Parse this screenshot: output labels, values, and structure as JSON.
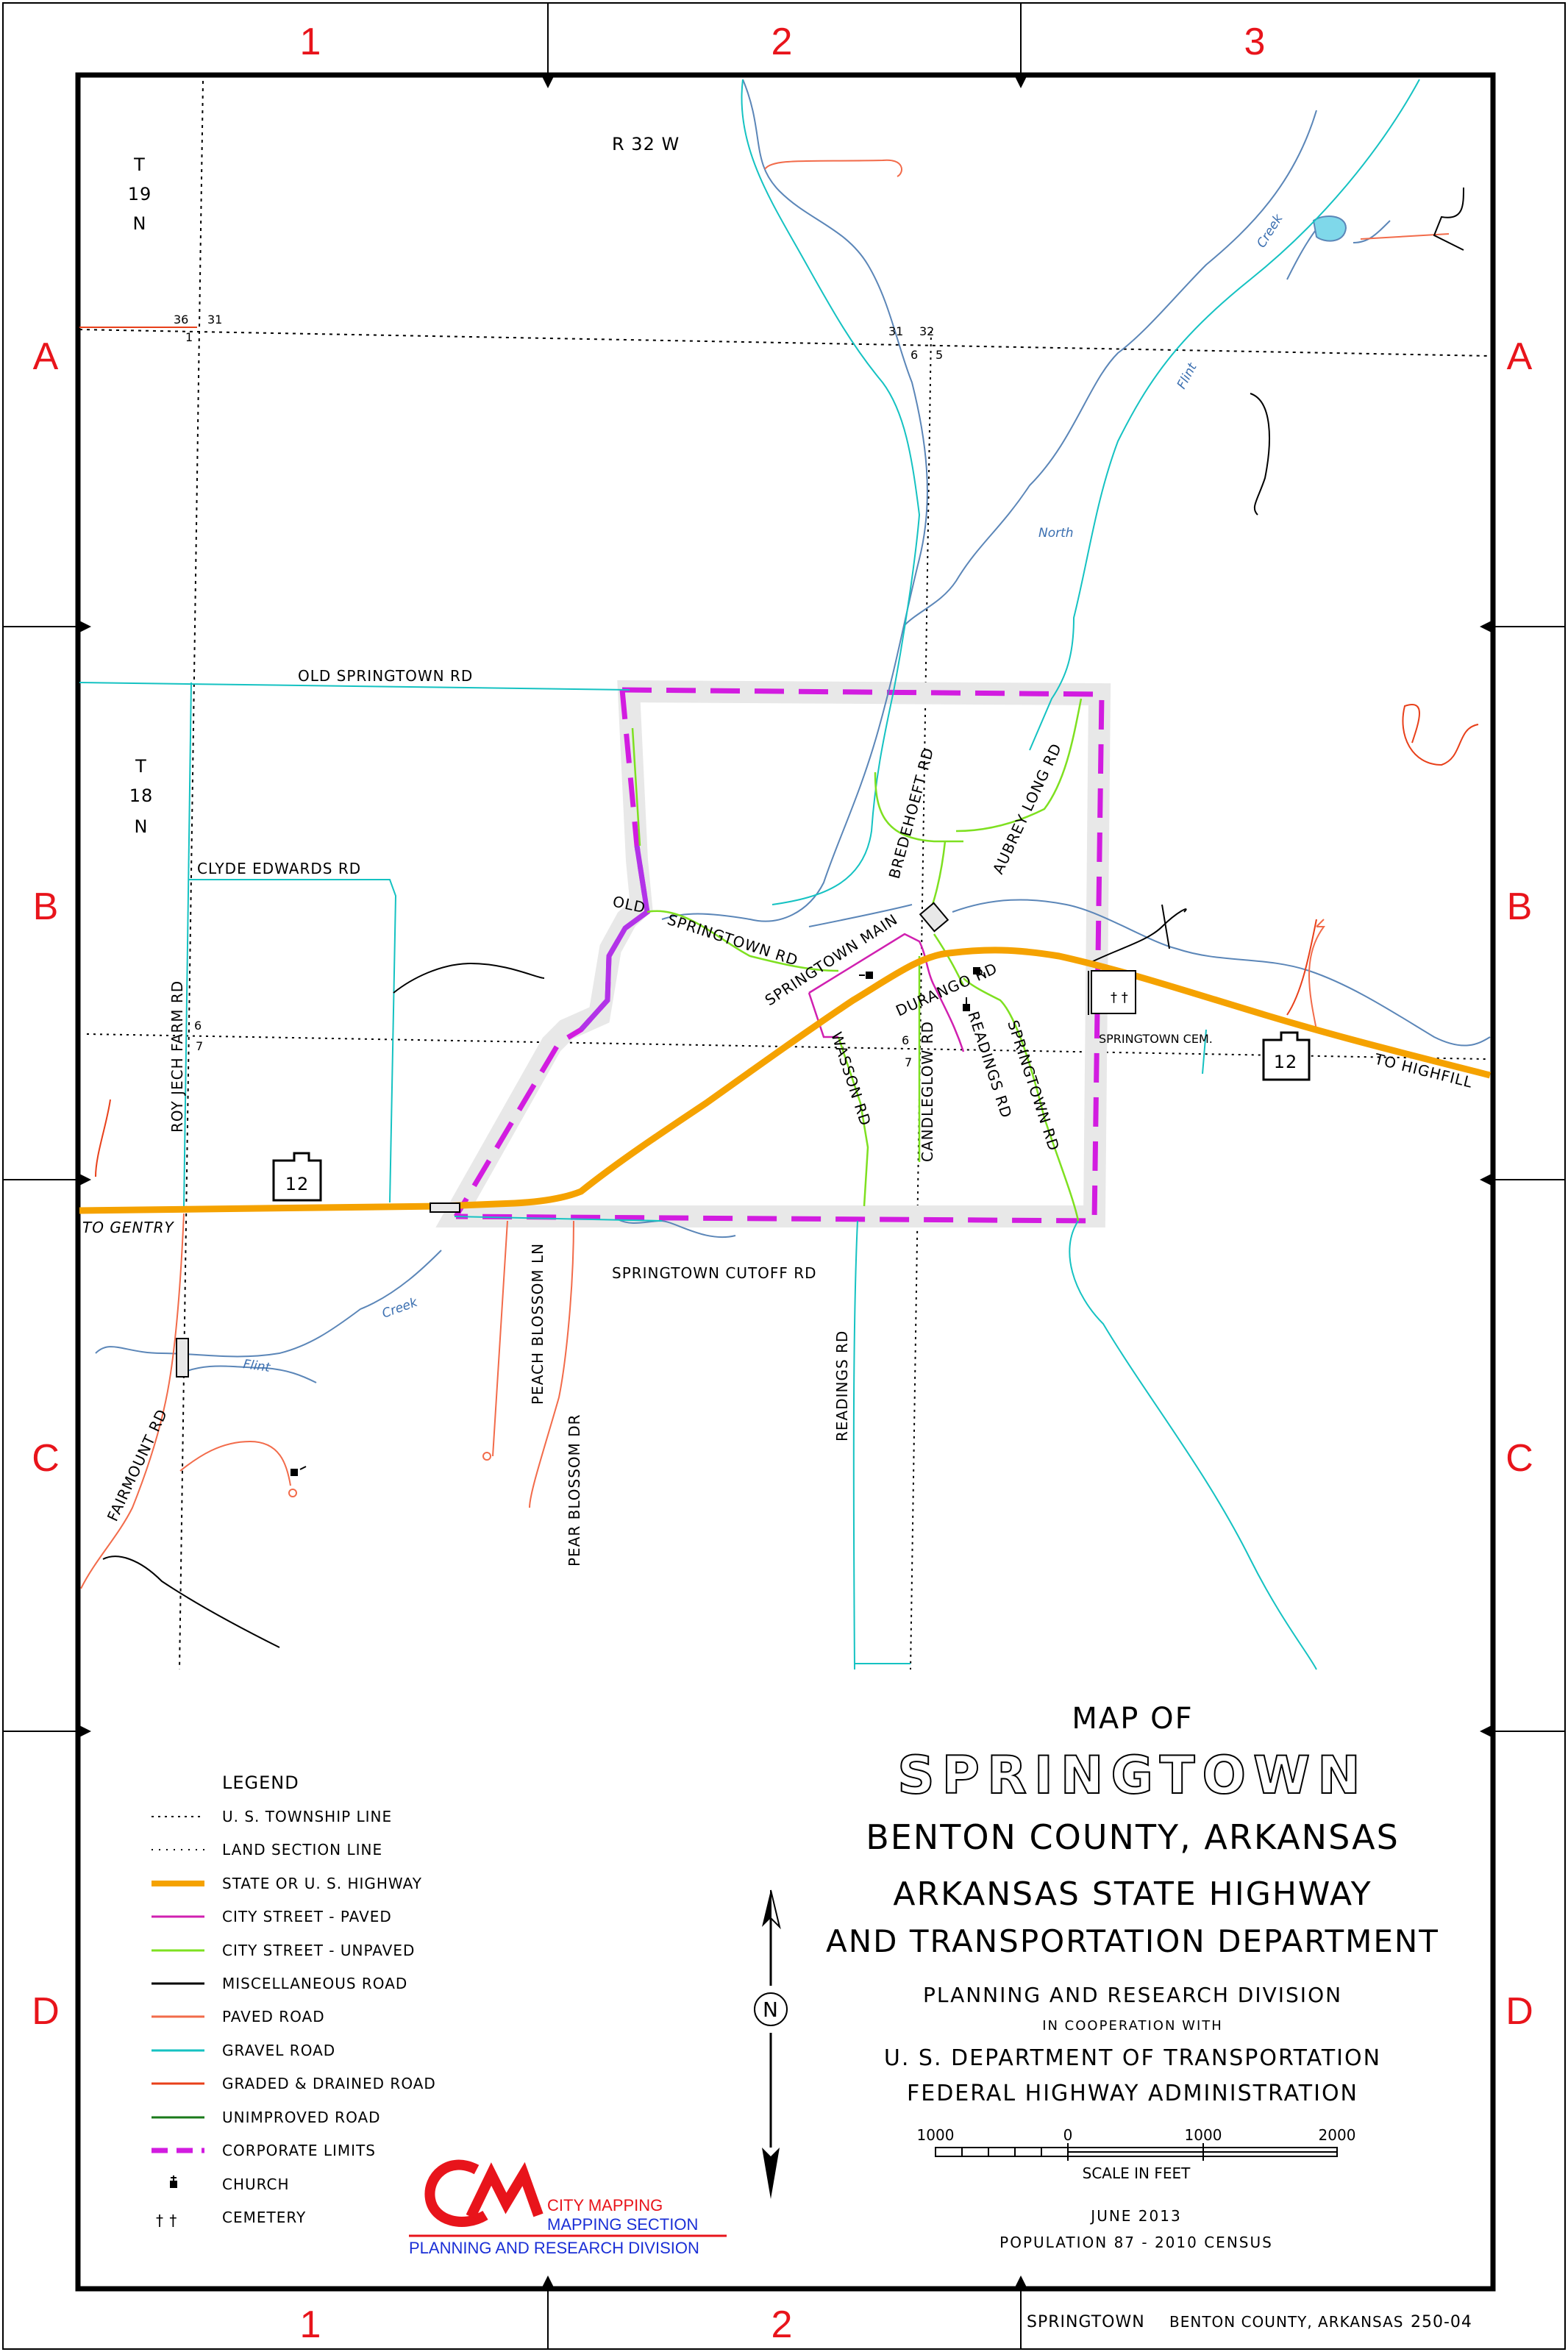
{
  "colors": {
    "grid_label": "#e8141b",
    "highway": "#f5a200",
    "paved_street": "#d020b0",
    "unpaved_street": "#7ee020",
    "misc_road": "#000000",
    "paved_road": "#f26b4a",
    "gravel_road": "#15c2c2",
    "graded_road": "#e8401a",
    "unimproved_road": "#1a7a1a",
    "corporate_limits": "#d21ce0",
    "creek": "#5b86b8"
  },
  "grid": {
    "columns": [
      "1",
      "2",
      "3"
    ],
    "rows": [
      "A",
      "B",
      "C",
      "D"
    ]
  },
  "township": {
    "range": "R 32 W",
    "t19": [
      "T",
      "19",
      "N"
    ],
    "t18": [
      "T",
      "18",
      "N"
    ]
  },
  "section_numbers": {
    "nw": [
      "36",
      "31",
      "1"
    ],
    "ne": [
      "31",
      "32",
      "6",
      "5"
    ],
    "w": [
      "6",
      "7"
    ],
    "c": [
      "6",
      "7"
    ]
  },
  "roads": {
    "old_springtown": "OLD SPRINGTOWN RD",
    "clyde_edwards": "CLYDE EDWARDS RD",
    "roy_jech": "ROY JECH FARM RD",
    "bredehoeft": "BREDEHOEFT RD",
    "aubrey_long": "AUBREY LONG RD",
    "old": "OLD",
    "springtown_rd": "SPRINGTOWN RD",
    "springtown_main": "SPRINGTOWN MAIN",
    "durango": "DURANGO RD",
    "wasson": "WASSON RD",
    "candleglow": "CANDLEGLOW RD",
    "readings": "READINGS RD",
    "springtown_rd_v": "SPRINGTOWN RD",
    "springtown_cem": "SPRINGTOWN CEM.",
    "to_highfill": "TO HIGHFILL",
    "to_gentry": "TO GENTRY",
    "springtown_cutoff": "SPRINGTOWN CUTOFF RD",
    "peach_blossom": "PEACH BLOSSOM LN",
    "pear_blossom": "PEAR BLOSSOM DR",
    "readings_s": "READINGS RD",
    "fairmount": "FAIRMOUNT RD",
    "highway_number": "12"
  },
  "creeks": {
    "creek_n": "Creek",
    "flint_n": "Flint",
    "north": "North",
    "creek_s": "Creek",
    "flint_s": "Flint"
  },
  "legend": {
    "title": "LEGEND",
    "items": [
      "U. S. TOWNSHIP LINE",
      "LAND SECTION LINE",
      "STATE OR U. S. HIGHWAY",
      "CITY STREET - PAVED",
      "CITY STREET - UNPAVED",
      "MISCELLANEOUS ROAD",
      "PAVED ROAD",
      "GRAVEL ROAD",
      "GRADED & DRAINED ROAD",
      "UNIMPROVED ROAD",
      "CORPORATE LIMITS",
      "CHURCH",
      "CEMETERY"
    ]
  },
  "logo": {
    "letters": "CM",
    "line1": "CITY MAPPING",
    "line2": "MAPPING SECTION",
    "line3": "PLANNING AND RESEARCH DIVISION"
  },
  "north": "N",
  "title_block": {
    "map_of": "MAP OF",
    "city": "SPRINGTOWN",
    "county": "BENTON COUNTY, ARKANSAS",
    "dept1": "ARKANSAS STATE HIGHWAY",
    "dept2": "AND TRANSPORTATION DEPARTMENT",
    "division": "PLANNING AND RESEARCH DIVISION",
    "coop": "IN COOPERATION WITH",
    "usdot": "U. S. DEPARTMENT OF TRANSPORTATION",
    "fhwa": "FEDERAL HIGHWAY ADMINISTRATION",
    "scale_ticks": [
      "1000",
      "0",
      "1000",
      "2000"
    ],
    "scale_label": "SCALE IN FEET",
    "date": "JUNE 2013",
    "population": "POPULATION 87 - 2010 CENSUS"
  },
  "footer": {
    "city": "SPRINGTOWN",
    "county": "BENTON COUNTY, ARKANSAS",
    "sheet": "250-04"
  }
}
